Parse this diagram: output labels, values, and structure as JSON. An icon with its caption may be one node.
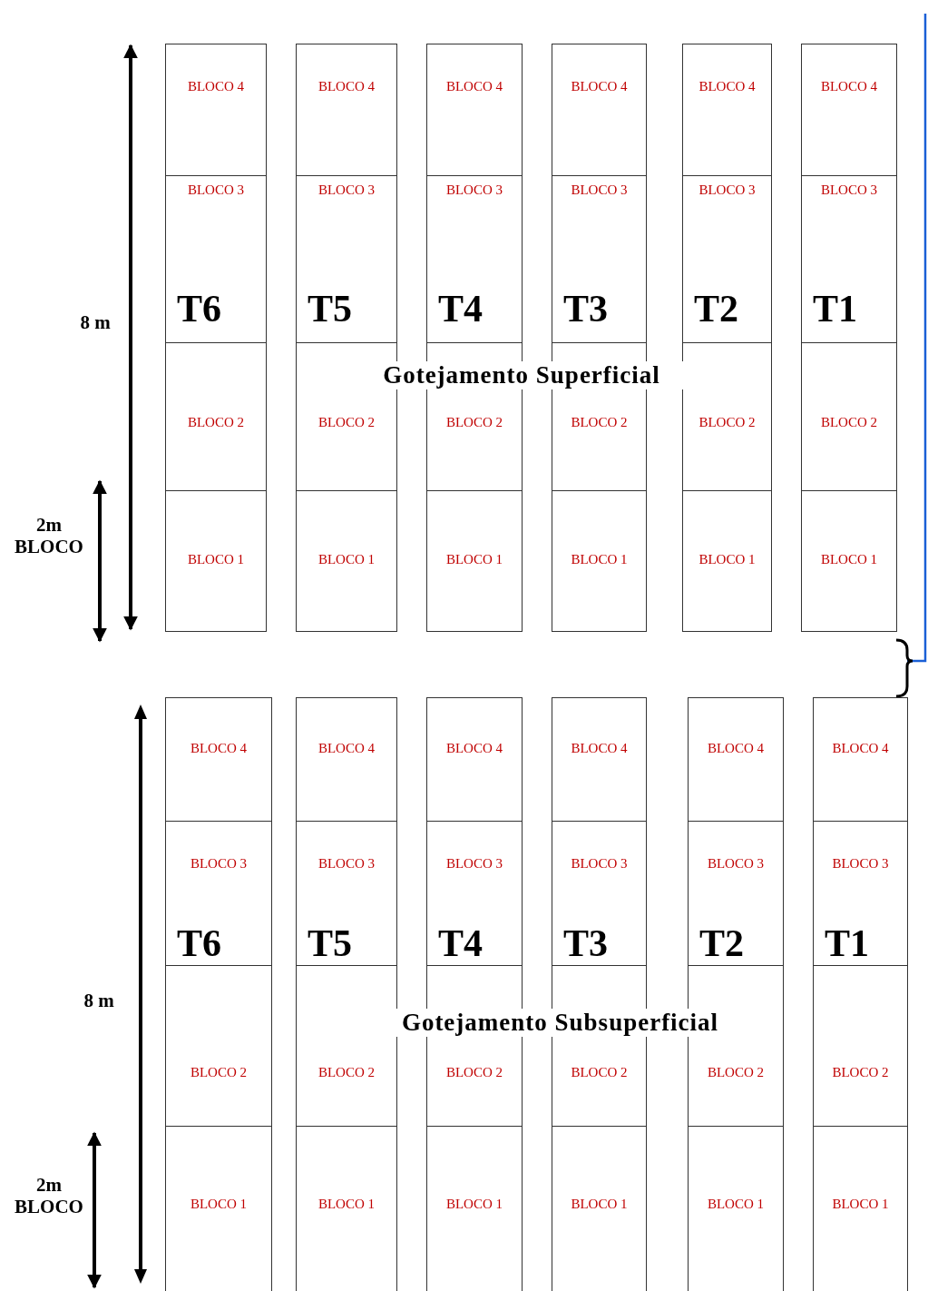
{
  "diagram": {
    "nodes": [
      {
        "text": [],
        "shape": "box"
      },
      {
        "text": [
          "BLOCO 4"
        ],
        "in": 0
      },
      {
        "text": [
          "BLOCO 3",
          "T6"
        ],
        "in": 0
      },
      {
        "text": [
          "BLOCO 2"
        ],
        "in": 0
      },
      {
        "text": [
          "BLOCO 1"
        ],
        "in": 0
      },
      {
        "text": [],
        "shape": "box"
      },
      {
        "text": [
          "BLOCO 4"
        ],
        "in": 5
      },
      {
        "text": [
          "BLOCO 3",
          "T5"
        ],
        "in": 5
      },
      {
        "text": [
          "BLOCO 2"
        ],
        "in": 5
      },
      {
        "text": [
          "BLOCO 1"
        ],
        "in": 5
      },
      {
        "text": [],
        "shape": "box"
      },
      {
        "text": [
          "BLOCO 4"
        ],
        "in": 10
      },
      {
        "text": [
          "BLOCO 3",
          "T4"
        ],
        "in": 10
      },
      {
        "text": [
          "BLOCO 2"
        ],
        "in": 10
      },
      {
        "text": [
          "BLOCO 1"
        ],
        "in": 10
      },
      {
        "text": [],
        "shape": "box"
      },
      {
        "text": [
          "BLOCO 4"
        ],
        "in": 15
      },
      {
        "text": [
          "BLOCO 3",
          "T3"
        ],
        "in": 15
      },
      {
        "text": [
          "BLOCO 2"
        ],
        "in": 15
      },
      {
        "text": [
          "BLOCO 1"
        ],
        "in": 15
      },
      {
        "text": [],
        "shape": "box"
      },
      {
        "text": [
          "BLOCO 4"
        ],
        "in": 20
      },
      {
        "text": [
          "BLOCO 3",
          "T2"
        ],
        "in": 20
      },
      {
        "text": [
          "BLOCO 2"
        ],
        "in": 20
      },
      {
        "text": [
          "BLOCO 1"
        ],
        "in": 20
      },
      {
        "text": [],
        "shape": "box"
      },
      {
        "text": [
          "BLOCO 4"
        ],
        "in": 25
      },
      {
        "text": [
          "BLOCO 3",
          "T1"
        ],
        "in": 25
      },
      {
        "text": [
          "BLOCO 2"
        ],
        "in": 25
      },
      {
        "text": [
          "BLOCO 1"
        ],
        "in": 25
      },
      {
        "text": [],
        "shape": "box"
      },
      {
        "text": [
          "BLOCO 4"
        ],
        "in": 30
      },
      {
        "text": [
          "BLOCO 3",
          "T6"
        ],
        "in": 30
      },
      {
        "text": [
          "BLOCO 2"
        ],
        "in": 30
      },
      {
        "text": [
          "BLOCO 1"
        ],
        "in": 30
      },
      {
        "text": [],
        "shape": "box"
      },
      {
        "text": [
          "BLOCO 4"
        ],
        "in": 35
      },
      {
        "text": [
          "BLOCO 3",
          "T5"
        ],
        "in": 35
      },
      {
        "text": [
          "BLOCO 2"
        ],
        "in": 35
      },
      {
        "text": [
          "BLOCO 1"
        ],
        "in": 35
      },
      {
        "text": [],
        "shape": "box"
      },
      {
        "text": [
          "BLOCO 4"
        ],
        "in": 40
      },
      {
        "text": [
          "BLOCO 3",
          "T4"
        ],
        "in": 40
      },
      {
        "text": [
          "BLOCO 2"
        ],
        "in": 40
      },
      {
        "text": [
          "BLOCO 1"
        ],
        "in": 40
      },
      {
        "text": [],
        "shape": "box"
      },
      {
        "text": [
          "BLOCO 4"
        ],
        "in": 45
      },
      {
        "text": [
          "BLOCO 3",
          "T3"
        ],
        "in": 45
      },
      {
        "text": [
          "BLOCO 2"
        ],
        "in": 45
      },
      {
        "text": [
          "BLOCO 1"
        ],
        "in": 45
      },
      {
        "text": [],
        "shape": "box"
      },
      {
        "text": [
          "BLOCO 4"
        ],
        "in": 50
      },
      {
        "text": [
          "BLOCO 3",
          "T2"
        ],
        "in": 50
      },
      {
        "text": [
          "BLOCO 2"
        ],
        "in": 50
      },
      {
        "text": [
          "BLOCO 1"
        ],
        "in": 50
      },
      {
        "text": [],
        "shape": "box"
      },
      {
        "text": [
          "BLOCO 4"
        ],
        "in": 55
      },
      {
        "text": [
          "BLOCO 3",
          "T1"
        ],
        "in": 55
      },
      {
        "text": [
          "BLOCO 2"
        ],
        "in": 55
      },
      {
        "text": [
          "BLOCO 1"
        ],
        "in": 55
      }
    ],
    "labels": [
      "8 m",
      "Gotejamento Superficial",
      "2m BLOCO",
      "8 m",
      "Gotejamento Subsuperficial",
      "2m BLOCO"
    ]
  }
}
